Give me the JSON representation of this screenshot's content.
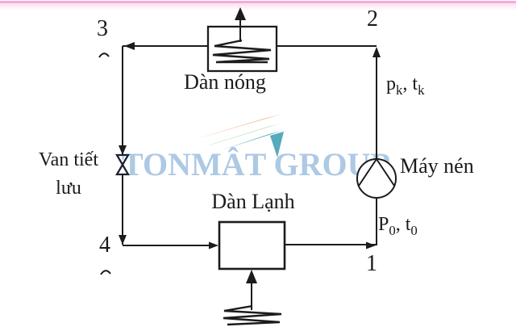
{
  "watermark": {
    "text": "TONMÂT GROUP"
  },
  "colors": {
    "line": "#1c1c1c",
    "valve": "#1b2430",
    "top_bar_pink": "#f4abd7",
    "watermark_blue": "#a6c4e2",
    "swoosh_orange": "#f8c39b",
    "swoosh_green": "#a9d29c",
    "swoosh_teal": "#56aabd"
  },
  "diagram": {
    "components": {
      "condenser": {
        "label": "Dàn nóng"
      },
      "evaporator": {
        "label": "Dàn Lạnh"
      },
      "compressor": {
        "label": "Máy nén"
      },
      "expansion_valve": {
        "label_line1": "Van tiết",
        "label_line2": "lưu"
      }
    },
    "state_points": {
      "p1": "1",
      "p2": "2",
      "p3": "3",
      "p4": "4"
    },
    "annotations": {
      "high_side": {
        "sym1": "p",
        "sub1": "k",
        "sep": ", ",
        "sym2": "t",
        "sub2": "k"
      },
      "low_side": {
        "sym1": "P",
        "sub1": "0",
        "sep": ", ",
        "sym2": "t",
        "sub2": "0"
      }
    }
  }
}
